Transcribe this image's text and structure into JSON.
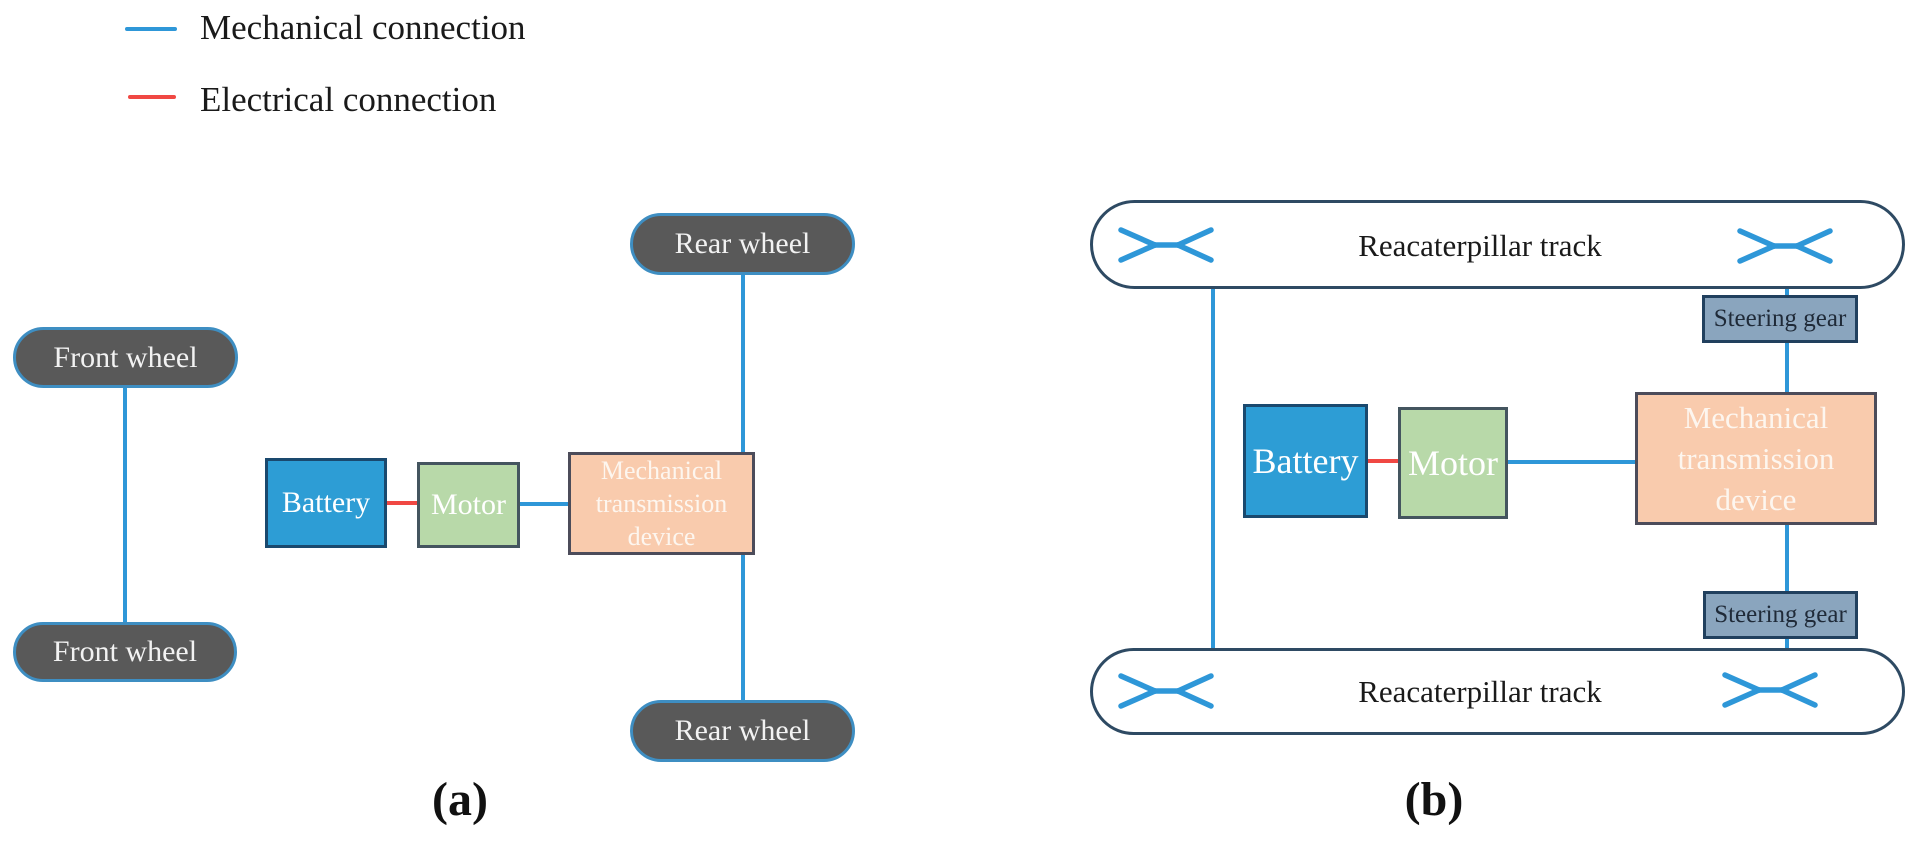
{
  "legend": {
    "items": [
      {
        "id": "mechanical",
        "label": "Mechanical connection"
      },
      {
        "id": "electrical",
        "label": "Electrical connection"
      }
    ]
  },
  "colors": {
    "mechanical": "#2e97d8",
    "electrical": "#f04843",
    "battery_fill": "#2d9dd5",
    "battery_border": "#1a496e",
    "motor_fill": "#b8d9a9",
    "motor_border": "#44555f",
    "transmission_fill": "#f9cbad",
    "transmission_border": "#4c4c5a",
    "wheel_fill": "#595959",
    "wheel_border": "#3e8ec2",
    "track_border": "#2e4a63",
    "steering_fill": "#8aa5be",
    "steering_border": "#21405e"
  },
  "diagram_a": {
    "caption": "(a)",
    "front_wheel_top": "Front wheel",
    "front_wheel_bottom": "Front wheel",
    "rear_wheel_top": "Rear wheel",
    "rear_wheel_bottom": "Rear wheel",
    "battery": "Battery",
    "motor": "Motor",
    "transmission": "Mechanical transmission device"
  },
  "diagram_b": {
    "caption": "(b)",
    "track_top": "Reacaterpillar track",
    "track_bottom": "Reacaterpillar track",
    "battery": "Battery",
    "motor": "Motor",
    "transmission": "Mechanical transmission device",
    "steering_top": "Steering gear",
    "steering_bottom": "Steering gear"
  }
}
